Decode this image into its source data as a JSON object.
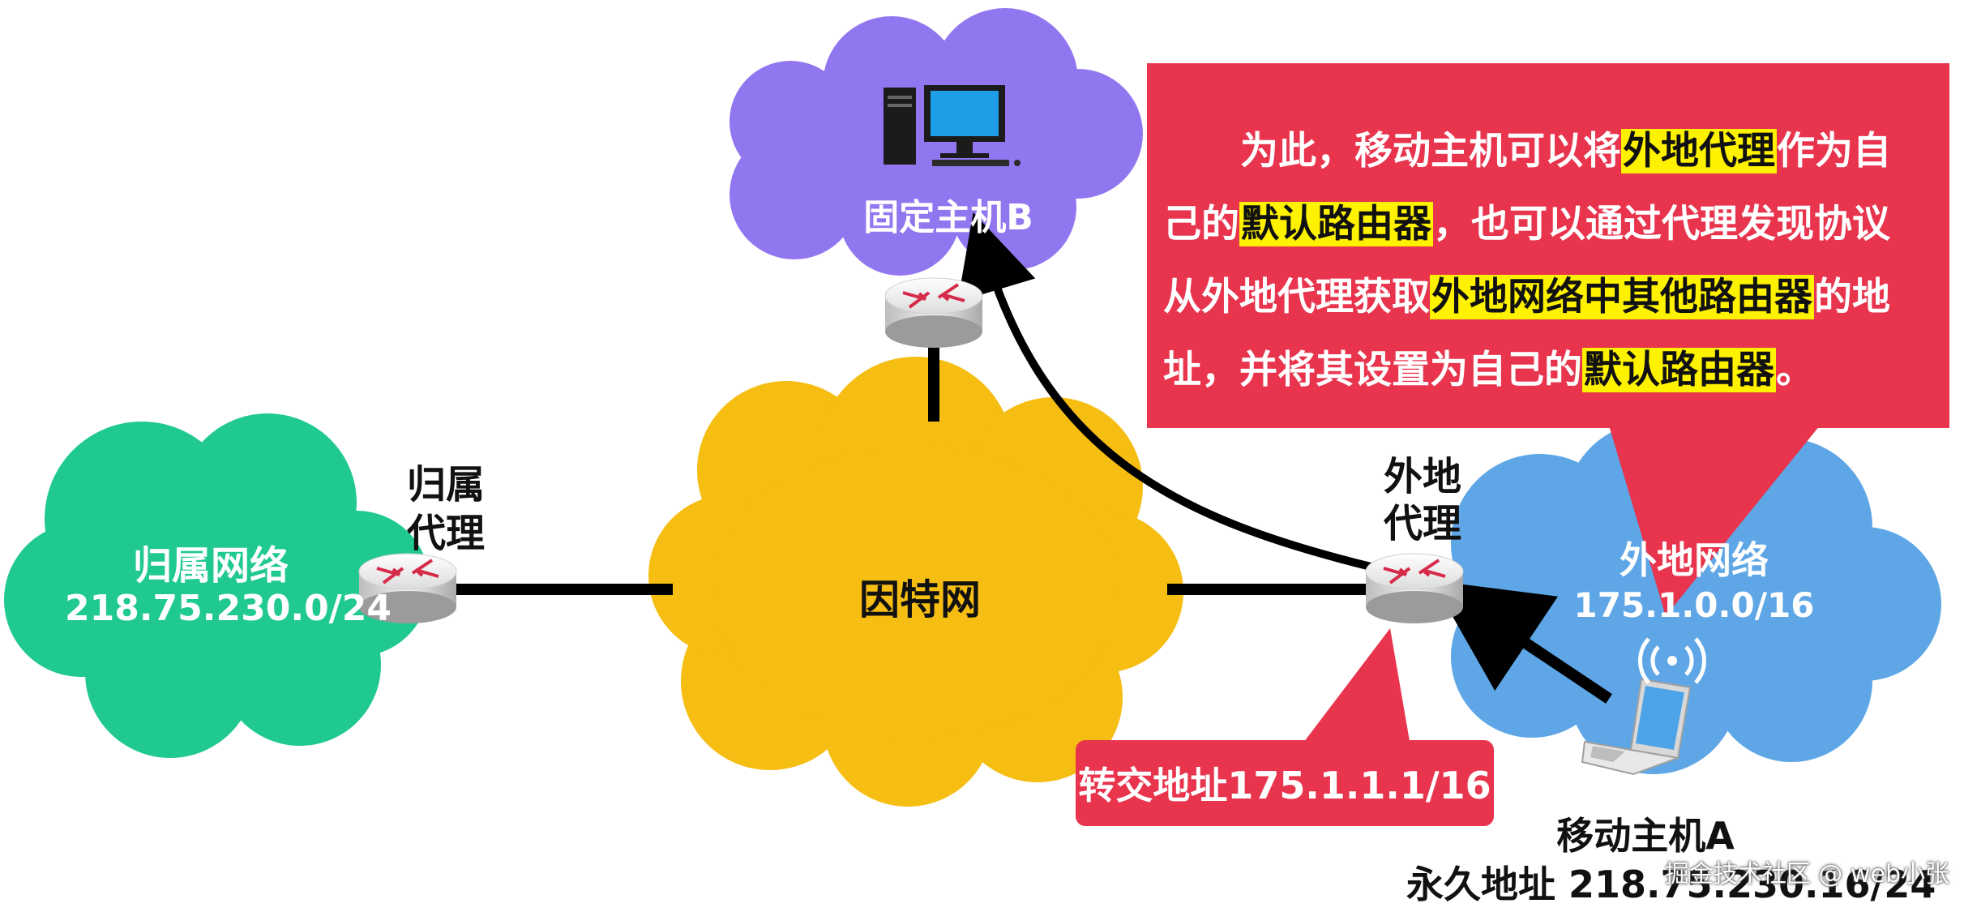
{
  "nodes": {
    "fixed_host": "固定主机B",
    "internet": "因特网",
    "home_network": {
      "name": "归属网络",
      "prefix": "218.75.230.0/24"
    },
    "home_agent": [
      "归属",
      "代理"
    ],
    "foreign_agent": [
      "外地",
      "代理"
    ],
    "foreign_network": {
      "name": "外地网络",
      "prefix": "175.1.0.0/16"
    },
    "mobile_host": {
      "name": "移动主机A",
      "permanent_address": "永久地址 218.75.230.16/24"
    }
  },
  "care_of_address": "转交地址175.1.1.1/16",
  "callout": {
    "segments": [
      {
        "text": "为此，移动主机可以将",
        "highlight": false
      },
      {
        "text": "外地代理",
        "highlight": true
      },
      {
        "text": "作为自己的",
        "highlight": false
      },
      {
        "text": "默认路由器",
        "highlight": true
      },
      {
        "text": "，也可以通过代理发现协议从外地代理获取",
        "highlight": false
      },
      {
        "text": "外地网络中其他路由器",
        "highlight": true
      },
      {
        "text": "的地址，并将其设置为自己的",
        "highlight": false
      },
      {
        "text": "默认路由器",
        "highlight": true
      },
      {
        "text": "。",
        "highlight": false
      }
    ]
  },
  "watermark": "掘金技术社区 @ web小张",
  "colors": {
    "fixed_cloud": "#9177ef",
    "internet_cloud": "#f6bd13",
    "home_cloud": "#20c98f",
    "foreign_cloud": "#5ea6e6",
    "callout": "#e8344d",
    "highlight": "#fff200"
  }
}
